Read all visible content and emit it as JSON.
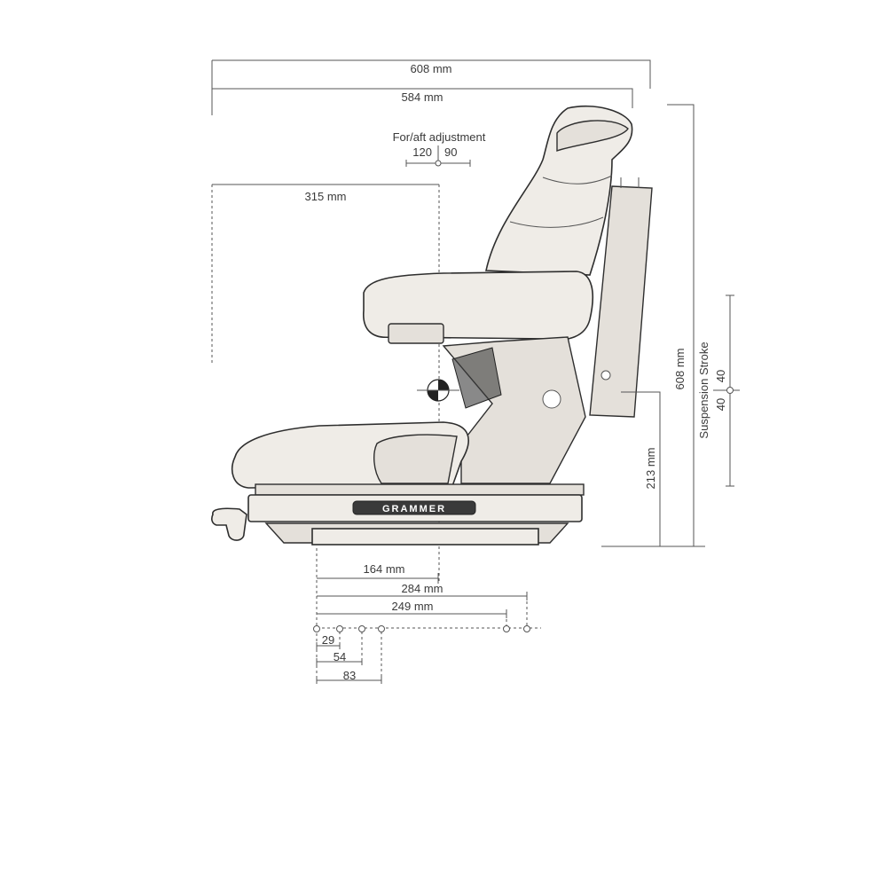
{
  "dimensions": {
    "overall_depth": "608 mm",
    "seat_depth": "584 mm",
    "for_aft_label": "For/aft adjustment",
    "for_aft_back": "120",
    "for_aft_front": "90",
    "sip_to_back": "315 mm",
    "overall_height": "608 mm",
    "sip_height": "213 mm",
    "suspension_label": "Suspension Stroke",
    "suspension_up": "40",
    "suspension_down": "40",
    "mount_to_sip": "164 mm",
    "mount_284": "284 mm",
    "mount_249": "249 mm",
    "hole_29": "29",
    "hole_54": "54",
    "hole_83": "83"
  },
  "brand": {
    "logo_text": "GRAMMER"
  },
  "colors": {
    "line": "#555555",
    "seat_fill": "#efece7",
    "outline": "#2e2e2e"
  }
}
